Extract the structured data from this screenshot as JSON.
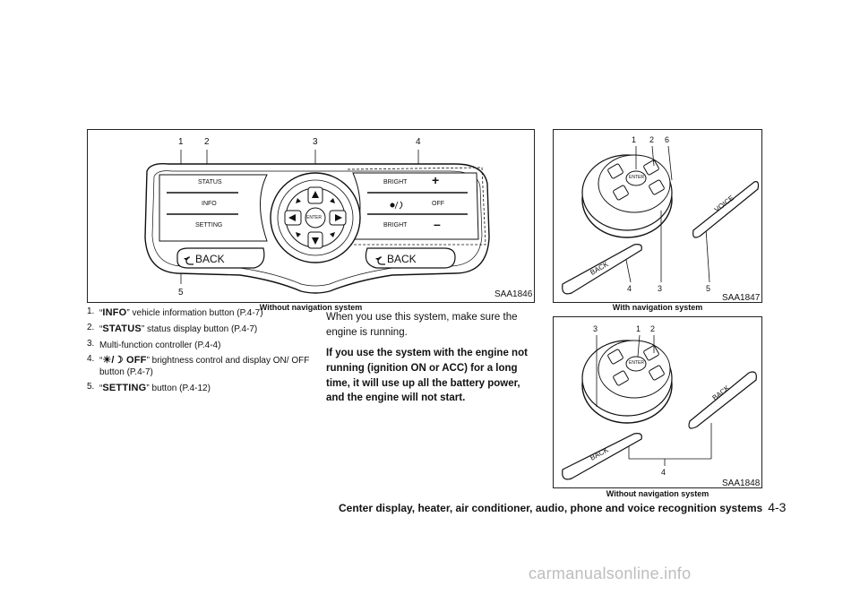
{
  "figure_left": {
    "code": "SAA1846",
    "caption": "Without navigation system",
    "callouts": {
      "c1": "1",
      "c2": "2",
      "c3": "3",
      "c4": "4",
      "c5": "5"
    },
    "panel_labels": {
      "status": "STATUS",
      "info": "INFO",
      "setting": "SETTING",
      "bright_top": "BRIGHT",
      "off": "OFF",
      "bright_bottom": "BRIGHT",
      "plus": "+",
      "minus": "–",
      "back_left": "BACK",
      "back_right": "BACK",
      "enter": "ENTER"
    }
  },
  "figure_right_top": {
    "code": "SAA1847",
    "caption": "With navigation system",
    "callouts": {
      "t1": "1",
      "t2": "2",
      "t6": "6",
      "b4": "4",
      "b3": "3",
      "b5": "5"
    },
    "labels": {
      "enter": "ENTER",
      "back": "BACK",
      "voice": "VOICE"
    }
  },
  "figure_right_bottom": {
    "code": "SAA1848",
    "caption": "Without navigation system",
    "callouts": {
      "t3": "3",
      "t1": "1",
      "t2": "2",
      "b4": "4"
    },
    "labels": {
      "enter": "ENTER",
      "back_left": "BACK",
      "back_right": "BACK"
    }
  },
  "list_items": [
    {
      "num": "1.",
      "open": "“",
      "term": "INFO",
      "close": "” vehicle information button (P.4-7)"
    },
    {
      "num": "2.",
      "open": "“",
      "term": "STATUS",
      "close": "” status display button (P.4-7)"
    },
    {
      "num": "3.",
      "open": "",
      "term": "",
      "close": "Multi-function controller (P.4-4)"
    },
    {
      "num": "4.",
      "open": "“",
      "term": "☀/☽ OFF",
      "close": "” brightness control and display ON/ OFF button (P.4-7)"
    },
    {
      "num": "5.",
      "open": "“",
      "term": "SETTING",
      "close": "” button (P.4-12)"
    }
  ],
  "body": {
    "paragraph": "When you use this system, make sure the engine is running.",
    "warning": "If you use the system with the engine not running (ignition ON or ACC) for a long time, it will use up all the battery power, and the engine will not start."
  },
  "footer": {
    "section_title": "Center display, heater, air conditioner, audio, phone and voice recognition systems",
    "page_number": "4-3"
  },
  "watermark": "carmanualsonline.info"
}
